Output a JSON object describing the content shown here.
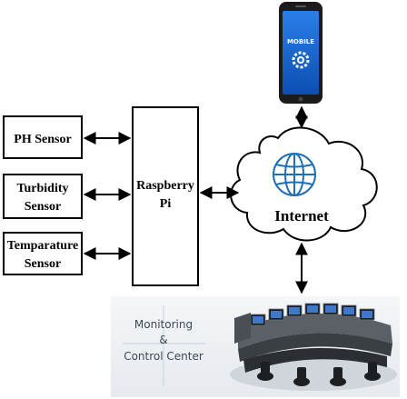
{
  "nodes": {
    "ph_sensor": {
      "label": "PH Sensor"
    },
    "turbidity_sensor": {
      "line1": "Turbidity",
      "line2": "Sensor"
    },
    "temperature_sensor": {
      "line1": "Temparature",
      "line2": "Sensor"
    },
    "raspberry_pi": {
      "line1": "Raspberry",
      "line2": "Pi"
    },
    "internet": {
      "label": "Internet"
    },
    "mobile": {
      "label": "MOBILE"
    },
    "control_center": {
      "line1": "Monitoring",
      "line2": "&",
      "line3": "Control Center"
    }
  },
  "colors": {
    "line": "#000000",
    "cloud_fill": "#ffffff",
    "globe": "#1f6fb5",
    "phone_body": "#1b1b1b",
    "phone_screen": "#1f6fd8",
    "control_bg": "#eef1f4"
  },
  "icons": [
    "globe-icon",
    "gear-icon",
    "phone-image",
    "control-room-image"
  ]
}
